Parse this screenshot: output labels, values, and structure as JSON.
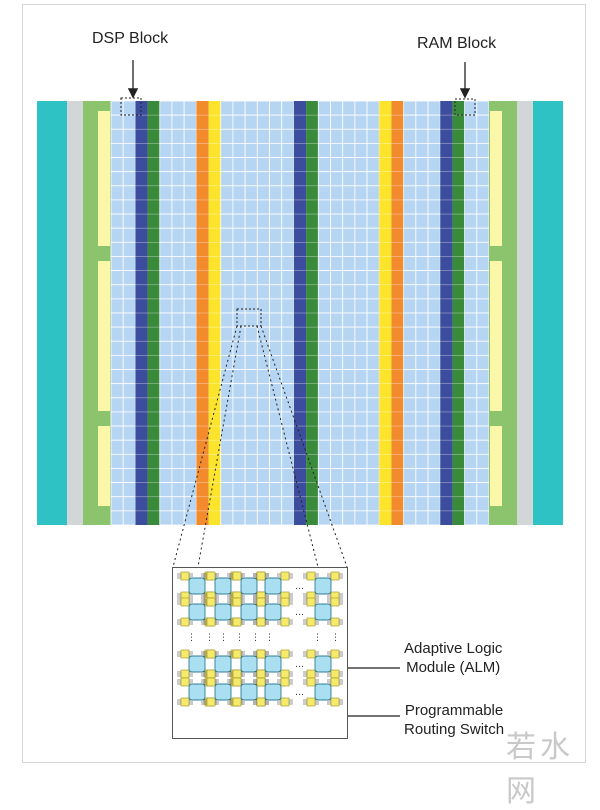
{
  "labels": {
    "dsp_block": "DSP Block",
    "ram_block": "RAM Block",
    "alm_line1": "Adaptive Logic",
    "alm_line2": "Module (ALM)",
    "switch_line1": "Programmable",
    "switch_line2": "Routing Switch"
  },
  "watermark": "若水网",
  "colors": {
    "logic_cell": "#b6d5f2",
    "logic_cell_border": "#ffffff",
    "teal": "#2ec2c4",
    "light_gray": "#d3d6d6",
    "light_green": "#8cc46e",
    "light_yellow": "#fbf7a8",
    "dsp_navy": "#3c4d9e",
    "ram_green": "#3a8a3c",
    "orange": "#f28a2e",
    "yellow": "#fce32c",
    "alm_fill": "#a9dff0",
    "switch_fill": "#f6ea6a"
  },
  "columns": [
    "teal",
    "light_gray",
    "light_green",
    "light_yellow",
    "logic",
    "logic",
    "dsp",
    "ram",
    "logic",
    "logic",
    "logic",
    "orange",
    "yellow",
    "logic",
    "logic",
    "logic",
    "logic",
    "logic",
    "logic",
    "dsp",
    "ram",
    "logic",
    "logic",
    "logic",
    "logic",
    "logic",
    "yellow",
    "orange",
    "logic",
    "logic",
    "logic",
    "dsp",
    "ram",
    "logic",
    "logic",
    "light_yellow",
    "light_green",
    "light_gray",
    "teal"
  ]
}
